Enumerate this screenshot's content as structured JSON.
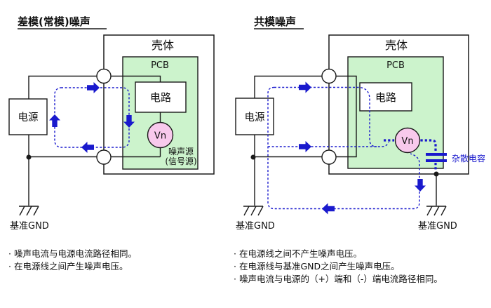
{
  "left": {
    "title": "差模(常模)噪声",
    "enclosure": "壳体",
    "pcb": "PCB",
    "circuit": "电路",
    "power": "电源",
    "vn": "Vn",
    "noise_source_line1": "噪声源",
    "noise_source_line2": "(信号源)",
    "ground": "基准GND",
    "bullets": [
      "· 噪声电流与电源电流路径相同。",
      "· 在电源线之间产生噪声电压。"
    ]
  },
  "right": {
    "title": "共模噪声",
    "enclosure": "壳体",
    "pcb": "PCB",
    "circuit": "电路",
    "power": "电源",
    "vn": "Vn",
    "stray_capacitance": "杂散电容",
    "ground_left": "基准GND",
    "ground_right": "基准GND",
    "bullets": [
      "· 在电源线之间不产生噪声电压。",
      "· 在电源线与基准GND之间产生噪声电压。",
      "· 噪声电流与电源的（+）端和（-）端电流路径相同。"
    ]
  },
  "colors": {
    "accent_blue": "#1a1acd",
    "pcb_green": "#ccf3cc",
    "vn_pink": "#f8c9ec",
    "line_black": "#1a1a1a"
  }
}
